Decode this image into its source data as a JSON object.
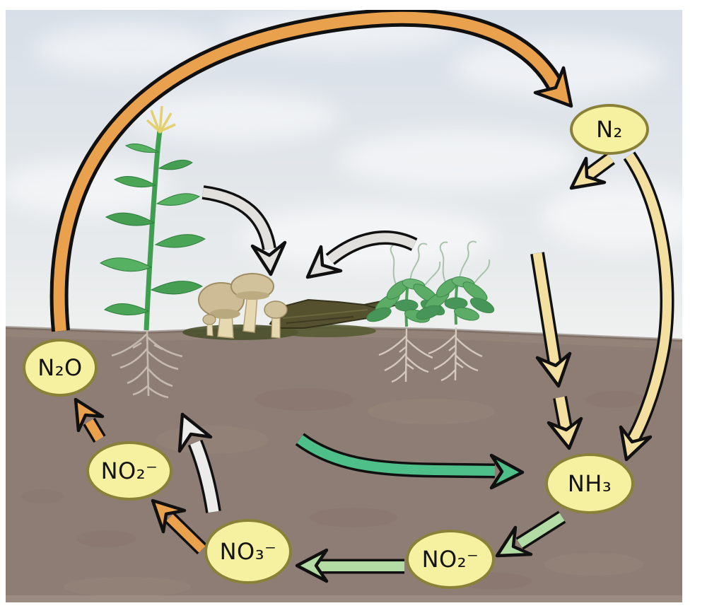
{
  "diagram": {
    "name": "nitrogen-cycle",
    "nodes": [
      {
        "id": "n2",
        "label": "N₂"
      },
      {
        "id": "n2o",
        "label": "N₂O"
      },
      {
        "id": "no2_left",
        "label": "NO₂⁻"
      },
      {
        "id": "no3",
        "label": "NO₃⁻"
      },
      {
        "id": "no2_right",
        "label": "NO₂⁻"
      },
      {
        "id": "nh3",
        "label": "NH₃"
      }
    ],
    "arrows": [
      {
        "from": "N₂O",
        "to": "N₂",
        "style": "orange-arc"
      },
      {
        "from": "N₂",
        "to": "soil",
        "style": "cream-short"
      },
      {
        "from": "N₂",
        "to": "NH₃",
        "style": "cream-curve"
      },
      {
        "from": "atmosphere",
        "to": "soil",
        "style": "cream-straight"
      },
      {
        "from": "soil",
        "to": "NH₃",
        "style": "cream-straight"
      },
      {
        "from": "corn-plant",
        "to": "decomposers",
        "style": "gray-curve"
      },
      {
        "from": "legume-plants",
        "to": "decomposers",
        "style": "gray-curve"
      },
      {
        "from": "decomposers",
        "to": "NH₃",
        "style": "teal-curve"
      },
      {
        "from": "NH₃",
        "to": "NO₂⁻",
        "style": "light-green"
      },
      {
        "from": "NO₂⁻",
        "to": "NO₃⁻",
        "style": "light-green"
      },
      {
        "from": "NO₃⁻",
        "to": "NO₂⁻",
        "style": "orange"
      },
      {
        "from": "NO₃⁻",
        "to": "plant-roots",
        "style": "silver"
      },
      {
        "from": "NO₂⁻",
        "to": "N₂O",
        "style": "orange"
      }
    ],
    "illustrations": [
      {
        "id": "corn-plant",
        "desc": "corn plant with roots"
      },
      {
        "id": "decomposers",
        "desc": "mushrooms on decaying log"
      },
      {
        "id": "legume-plants",
        "desc": "two legume seedlings with roots"
      }
    ]
  },
  "colors": {
    "node_fill": "#f6f1a1",
    "node_border": "#8a8139",
    "orange": "#e9a14e",
    "cream": "#f3e0a1",
    "light_green": "#b2dca4",
    "teal": "#4fbf8a",
    "gray": "#e2e0dd",
    "silver": "#ececea",
    "sky_top": "#d8dfe8",
    "sky_bottom": "#f2f3f2",
    "soil": "#8e7d74"
  }
}
